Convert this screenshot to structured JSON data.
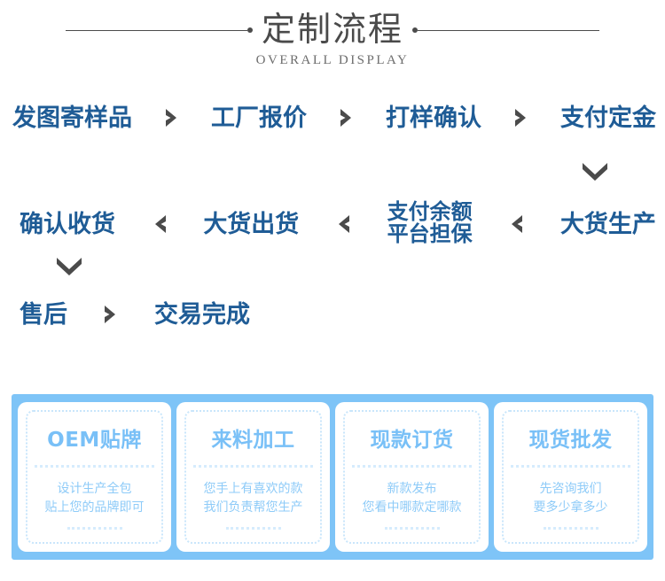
{
  "header": {
    "title": "定制流程",
    "subtitle": "OVERALL DISPLAY",
    "rule_left": "horizontal-rule",
    "rule_right": "horizontal-rule"
  },
  "flow": {
    "row1": {
      "steps": [
        "发图寄样品",
        "工厂报价",
        "打样确认",
        "支付定金"
      ],
      "separator": "chevron-right-icon"
    },
    "row1_down": "chevron-down-icon",
    "row2": {
      "steps": [
        "确认收货",
        "大货出货",
        "支付余额",
        "大货生产"
      ],
      "step3_line1": "支付余额",
      "step3_line2": "平台担保",
      "separator": "chevron-left-icon"
    },
    "row2_down": "chevron-down-icon",
    "row3": {
      "steps": [
        "售后",
        "交易完成"
      ],
      "separator": "chevron-right-icon"
    }
  },
  "cards": [
    {
      "title": "OEM贴牌",
      "desc_line1": "设计生产全包",
      "desc_line2": "贴上您的品牌即可"
    },
    {
      "title": "来料加工",
      "desc_line1": "您手上有喜欢的款",
      "desc_line2": "我们负责帮您生产"
    },
    {
      "title": "现款订货",
      "desc_line1": "新款发布",
      "desc_line2": "您看中哪款定哪款"
    },
    {
      "title": "现货批发",
      "desc_line1": "先咨询我们",
      "desc_line2": "要多少拿多少"
    }
  ],
  "colors": {
    "step_text": "#1f5c96",
    "chevron": "#4b4b4b",
    "title_text": "#4a4a4a",
    "card_band": "#7ec4f7",
    "card_title": "#79c0f7",
    "card_desc": "#8ecbf8",
    "card_dash": "#d6ecfd"
  }
}
